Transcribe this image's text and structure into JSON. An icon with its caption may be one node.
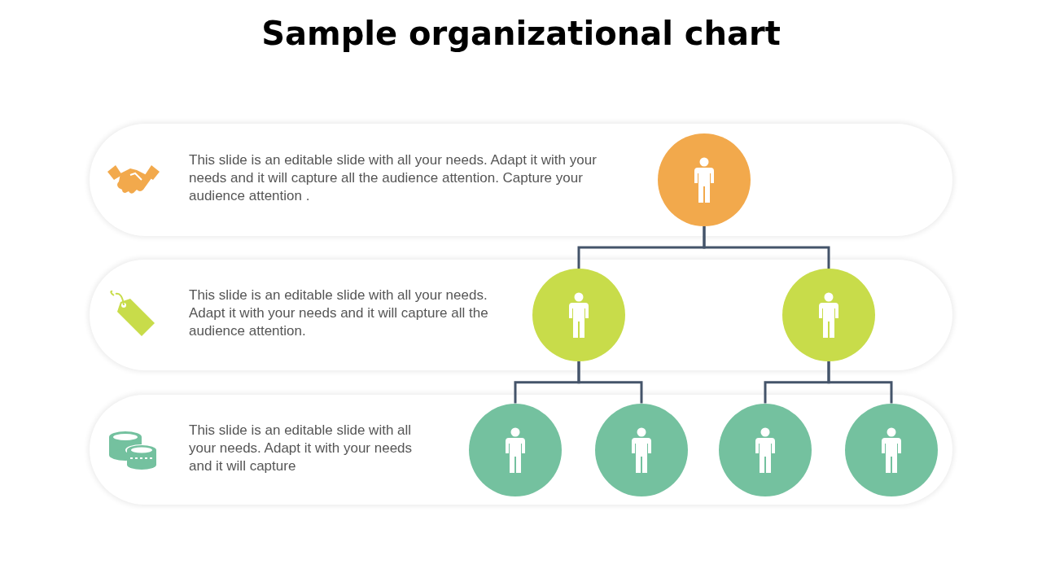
{
  "diagram": {
    "title": "Sample organizational chart",
    "nodes": [
      {
        "text": [
          "This slide is an editable slide with all your needs. Adapt it with your needs and it will capture all the audience attention. Capture your audience attention ."
        ]
      },
      {
        "text": [
          "This slide is an editable slide with all your needs. Adapt it with your needs and it will capture all the audience attention."
        ]
      },
      {
        "text": [
          "This slide is an editable slide with all your needs. Adapt it with your needs and it will capture"
        ]
      },
      {
        "text": [],
        "shape": "circle",
        "in": 0
      },
      {
        "text": [],
        "shape": "circle",
        "in": 1
      },
      {
        "text": [],
        "shape": "circle",
        "in": 1
      },
      {
        "text": [],
        "shape": "circle",
        "in": 2
      },
      {
        "text": [],
        "shape": "circle",
        "in": 2
      },
      {
        "text": [],
        "shape": "circle",
        "in": 2
      },
      {
        "text": [],
        "shape": "circle",
        "in": 2
      }
    ],
    "edges": [
      {
        "from": 3,
        "to": 4,
        "arrow": "none"
      },
      {
        "from": 3,
        "to": 5,
        "arrow": "none"
      },
      {
        "from": 4,
        "to": 6,
        "arrow": "none"
      },
      {
        "from": 4,
        "to": 7,
        "arrow": "none"
      },
      {
        "from": 5,
        "to": 8,
        "arrow": "none"
      },
      {
        "from": 5,
        "to": 9,
        "arrow": "none"
      }
    ]
  }
}
